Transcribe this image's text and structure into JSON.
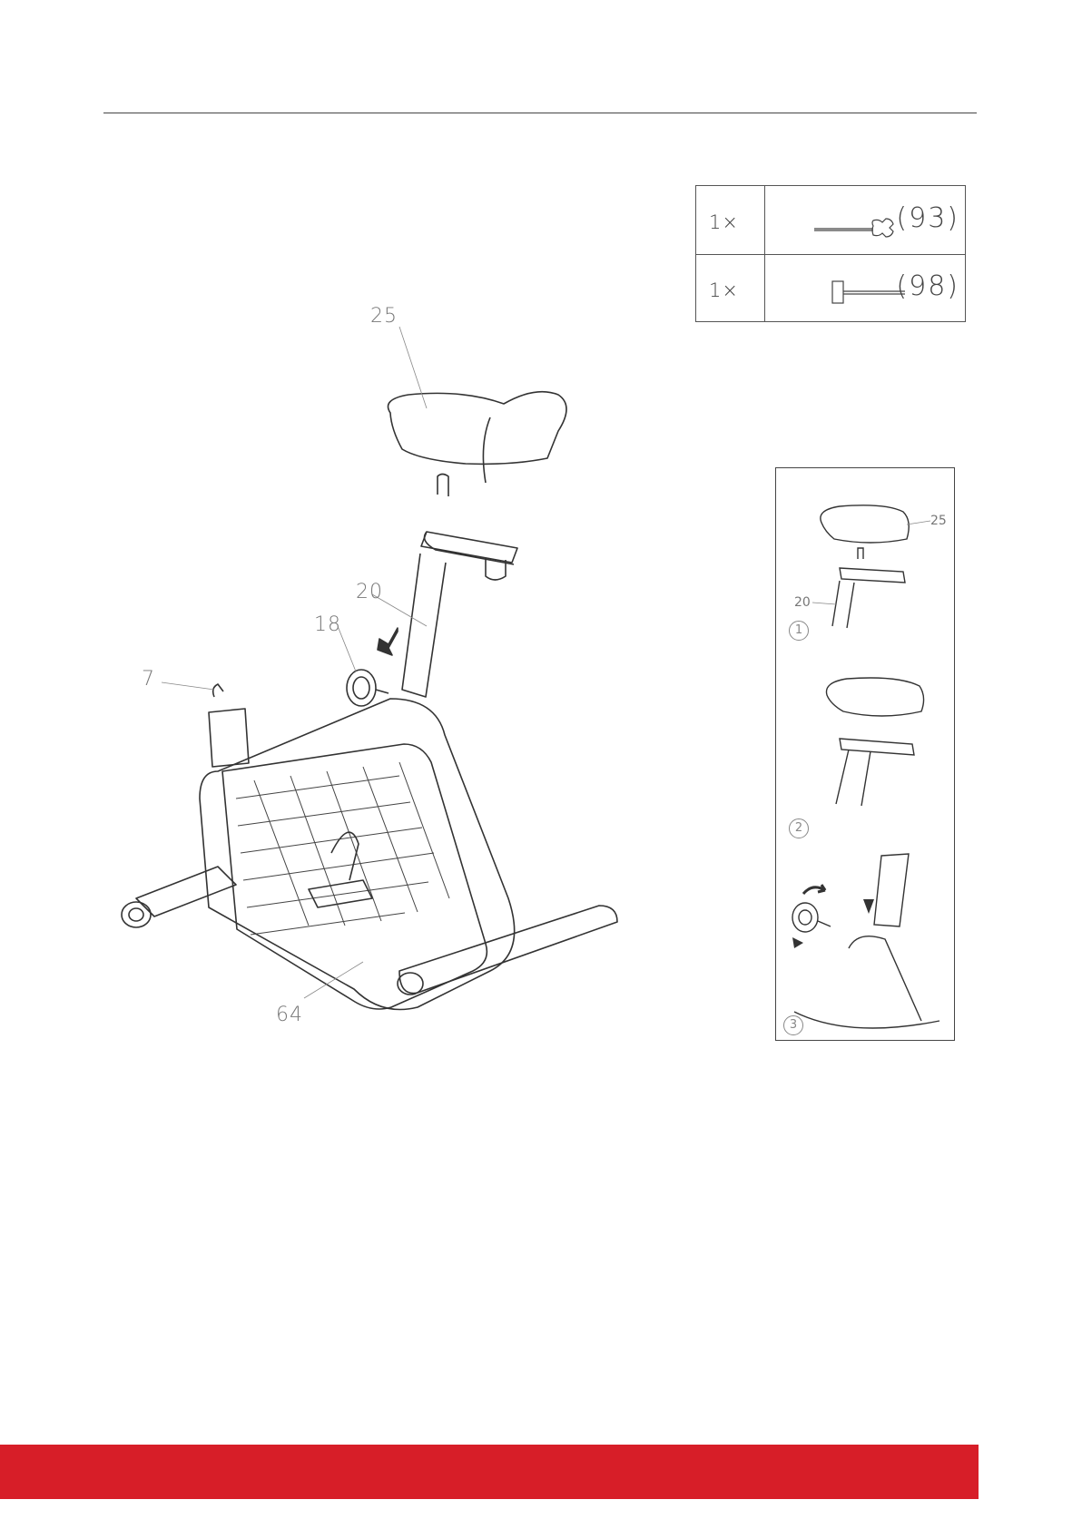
{
  "parts_table": {
    "rows": [
      {
        "qty": "1×",
        "code": "(93)",
        "icon": "cross-wrench-icon"
      },
      {
        "qty": "1×",
        "code": "(98)",
        "icon": "t-allen-key-icon"
      }
    ]
  },
  "main_figure": {
    "callouts": {
      "seat": "25",
      "seat_post": "20",
      "knob": "18",
      "cable": "7",
      "frame_cover": "64"
    }
  },
  "detail_steps": [
    {
      "step": "①",
      "labels": {
        "seat": "25",
        "post": "20"
      }
    },
    {
      "step": "②"
    },
    {
      "step": "③"
    }
  ],
  "colors": {
    "accent_bar": "#d71e28",
    "line": "#333333"
  }
}
